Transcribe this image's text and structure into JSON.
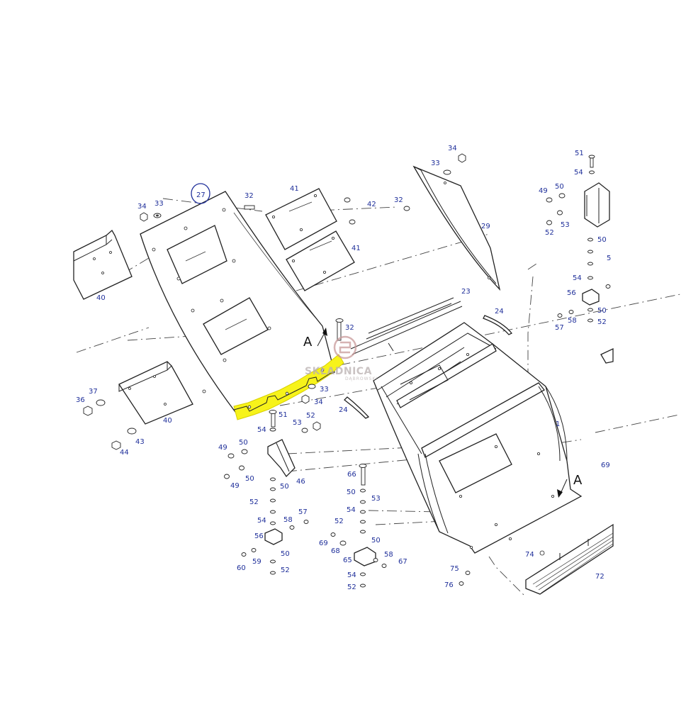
{
  "diagram": {
    "circled_part": "27",
    "section_marker": "A",
    "highlight_color": "#f7f31a",
    "label_color": "#1f2f9a",
    "watermark": {
      "name": "SKŁADNICA",
      "subtitle": "DĄBROWSKI",
      "color": "#c99a9a",
      "icon": "company-logo-icon"
    },
    "labels": [
      {
        "id": "l27",
        "text": "27"
      },
      {
        "id": "l34a",
        "text": "34"
      },
      {
        "id": "l33a",
        "text": "33"
      },
      {
        "id": "l32a",
        "text": "32"
      },
      {
        "id": "l41a",
        "text": "41"
      },
      {
        "id": "l42",
        "text": "42"
      },
      {
        "id": "l41b",
        "text": "41"
      },
      {
        "id": "l40a",
        "text": "40"
      },
      {
        "id": "l34b",
        "text": "34"
      },
      {
        "id": "l33b",
        "text": "33"
      },
      {
        "id": "l32b",
        "text": "32"
      },
      {
        "id": "l29",
        "text": "29"
      },
      {
        "id": "l51a",
        "text": "51"
      },
      {
        "id": "l54a",
        "text": "54"
      },
      {
        "id": "l49a",
        "text": "49"
      },
      {
        "id": "l50a",
        "text": "50"
      },
      {
        "id": "l52a",
        "text": "52"
      },
      {
        "id": "l53a",
        "text": "53"
      },
      {
        "id": "l50b",
        "text": "50"
      },
      {
        "id": "l5x",
        "text": "5"
      },
      {
        "id": "l54b",
        "text": "54"
      },
      {
        "id": "l56a",
        "text": "56"
      },
      {
        "id": "l50c",
        "text": "50"
      },
      {
        "id": "l57a",
        "text": "57"
      },
      {
        "id": "l58a",
        "text": "58"
      },
      {
        "id": "l52b",
        "text": "52"
      },
      {
        "id": "l23",
        "text": "23"
      },
      {
        "id": "l24a",
        "text": "24"
      },
      {
        "id": "l32c",
        "text": "32"
      },
      {
        "id": "l33c",
        "text": "33"
      },
      {
        "id": "l34c",
        "text": "34"
      },
      {
        "id": "l24b",
        "text": "24"
      },
      {
        "id": "l37",
        "text": "37"
      },
      {
        "id": "l36",
        "text": "36"
      },
      {
        "id": "l40b",
        "text": "40"
      },
      {
        "id": "l43",
        "text": "43"
      },
      {
        "id": "l44",
        "text": "44"
      },
      {
        "id": "l51b",
        "text": "51"
      },
      {
        "id": "l52c",
        "text": "52"
      },
      {
        "id": "l53b",
        "text": "53"
      },
      {
        "id": "l54c",
        "text": "54"
      },
      {
        "id": "l50d",
        "text": "50"
      },
      {
        "id": "l49b",
        "text": "49"
      },
      {
        "id": "l50e",
        "text": "50"
      },
      {
        "id": "l49c",
        "text": "49"
      },
      {
        "id": "l50f",
        "text": "50"
      },
      {
        "id": "l46",
        "text": "46"
      },
      {
        "id": "l52d",
        "text": "52"
      },
      {
        "id": "l57b",
        "text": "57"
      },
      {
        "id": "l54d",
        "text": "54"
      },
      {
        "id": "l58b",
        "text": "58"
      },
      {
        "id": "l56b",
        "text": "56"
      },
      {
        "id": "l50g",
        "text": "50"
      },
      {
        "id": "l60",
        "text": "60"
      },
      {
        "id": "l59",
        "text": "59"
      },
      {
        "id": "l52e",
        "text": "52"
      },
      {
        "id": "l66",
        "text": "66"
      },
      {
        "id": "l50h",
        "text": "50"
      },
      {
        "id": "l53c",
        "text": "53"
      },
      {
        "id": "l54e",
        "text": "54"
      },
      {
        "id": "l52f",
        "text": "52"
      },
      {
        "id": "l50i",
        "text": "50"
      },
      {
        "id": "l69a",
        "text": "69"
      },
      {
        "id": "l68",
        "text": "68"
      },
      {
        "id": "l58c",
        "text": "58"
      },
      {
        "id": "l65",
        "text": "65"
      },
      {
        "id": "l67",
        "text": "67"
      },
      {
        "id": "l54f",
        "text": "54"
      },
      {
        "id": "l52g",
        "text": "52"
      },
      {
        "id": "l1",
        "text": "1"
      },
      {
        "id": "l69b",
        "text": "69"
      },
      {
        "id": "l75",
        "text": "75"
      },
      {
        "id": "l76",
        "text": "76"
      },
      {
        "id": "l74",
        "text": "74"
      },
      {
        "id": "l72",
        "text": "72"
      }
    ]
  }
}
